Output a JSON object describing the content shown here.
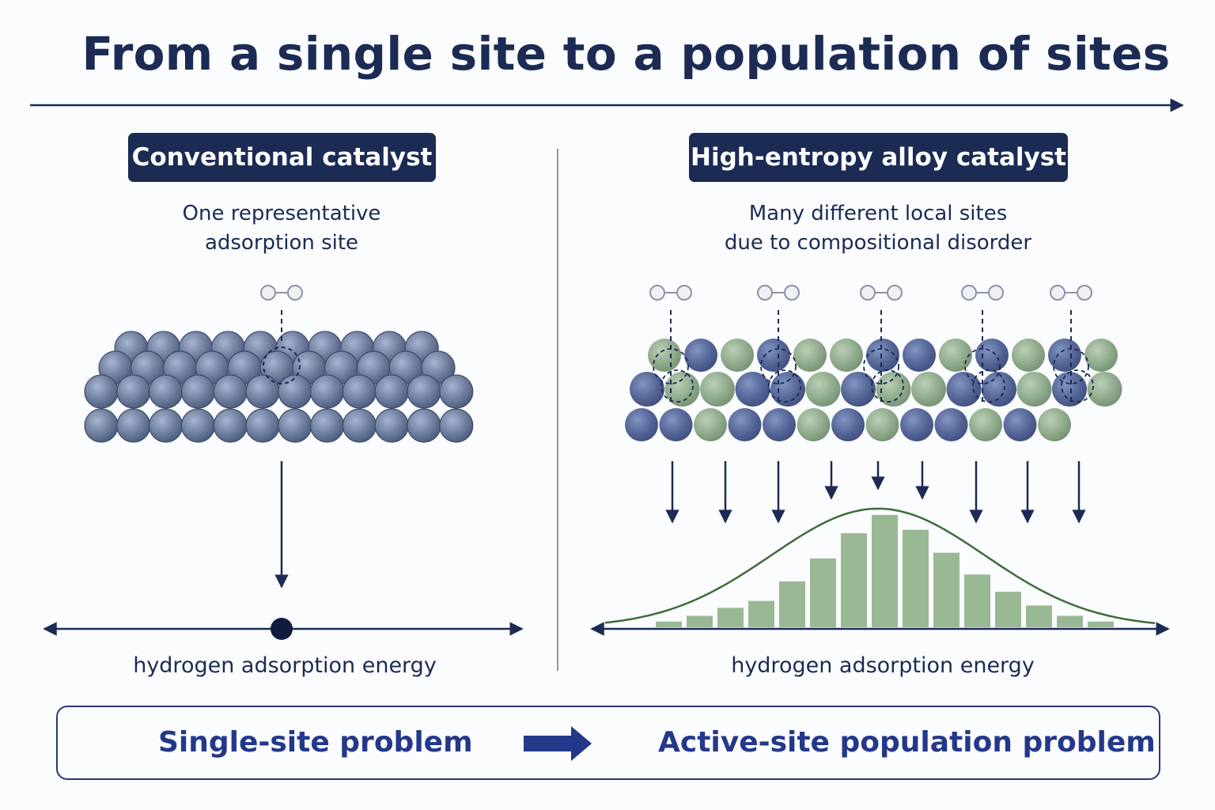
{
  "title": "From a single site to a population of sites",
  "left_panel": {
    "badge": "Conventional catalyst",
    "description": "One representative\nadsorption site",
    "axis_label": "hydrogen adsorption energy"
  },
  "right_panel": {
    "badge": "High-entropy alloy catalyst",
    "description": "Many different local sites\ndue to compositional disorder",
    "axis_label": "hydrogen adsorption energy"
  },
  "summary": {
    "left": "Single-site problem",
    "right": "Active-site population problem"
  },
  "colors": {
    "navy": "#1b2b54",
    "blue_atom": "#5b6e9a",
    "green_atom": "#8fac8c",
    "histogram_bar": "#9bb895",
    "curve": "#3f6b3a"
  },
  "histogram_relative_heights": [
    0.05,
    0.1,
    0.17,
    0.23,
    0.4,
    0.6,
    0.82,
    0.98,
    0.85,
    0.65,
    0.46,
    0.31,
    0.19,
    0.1,
    0.05
  ]
}
